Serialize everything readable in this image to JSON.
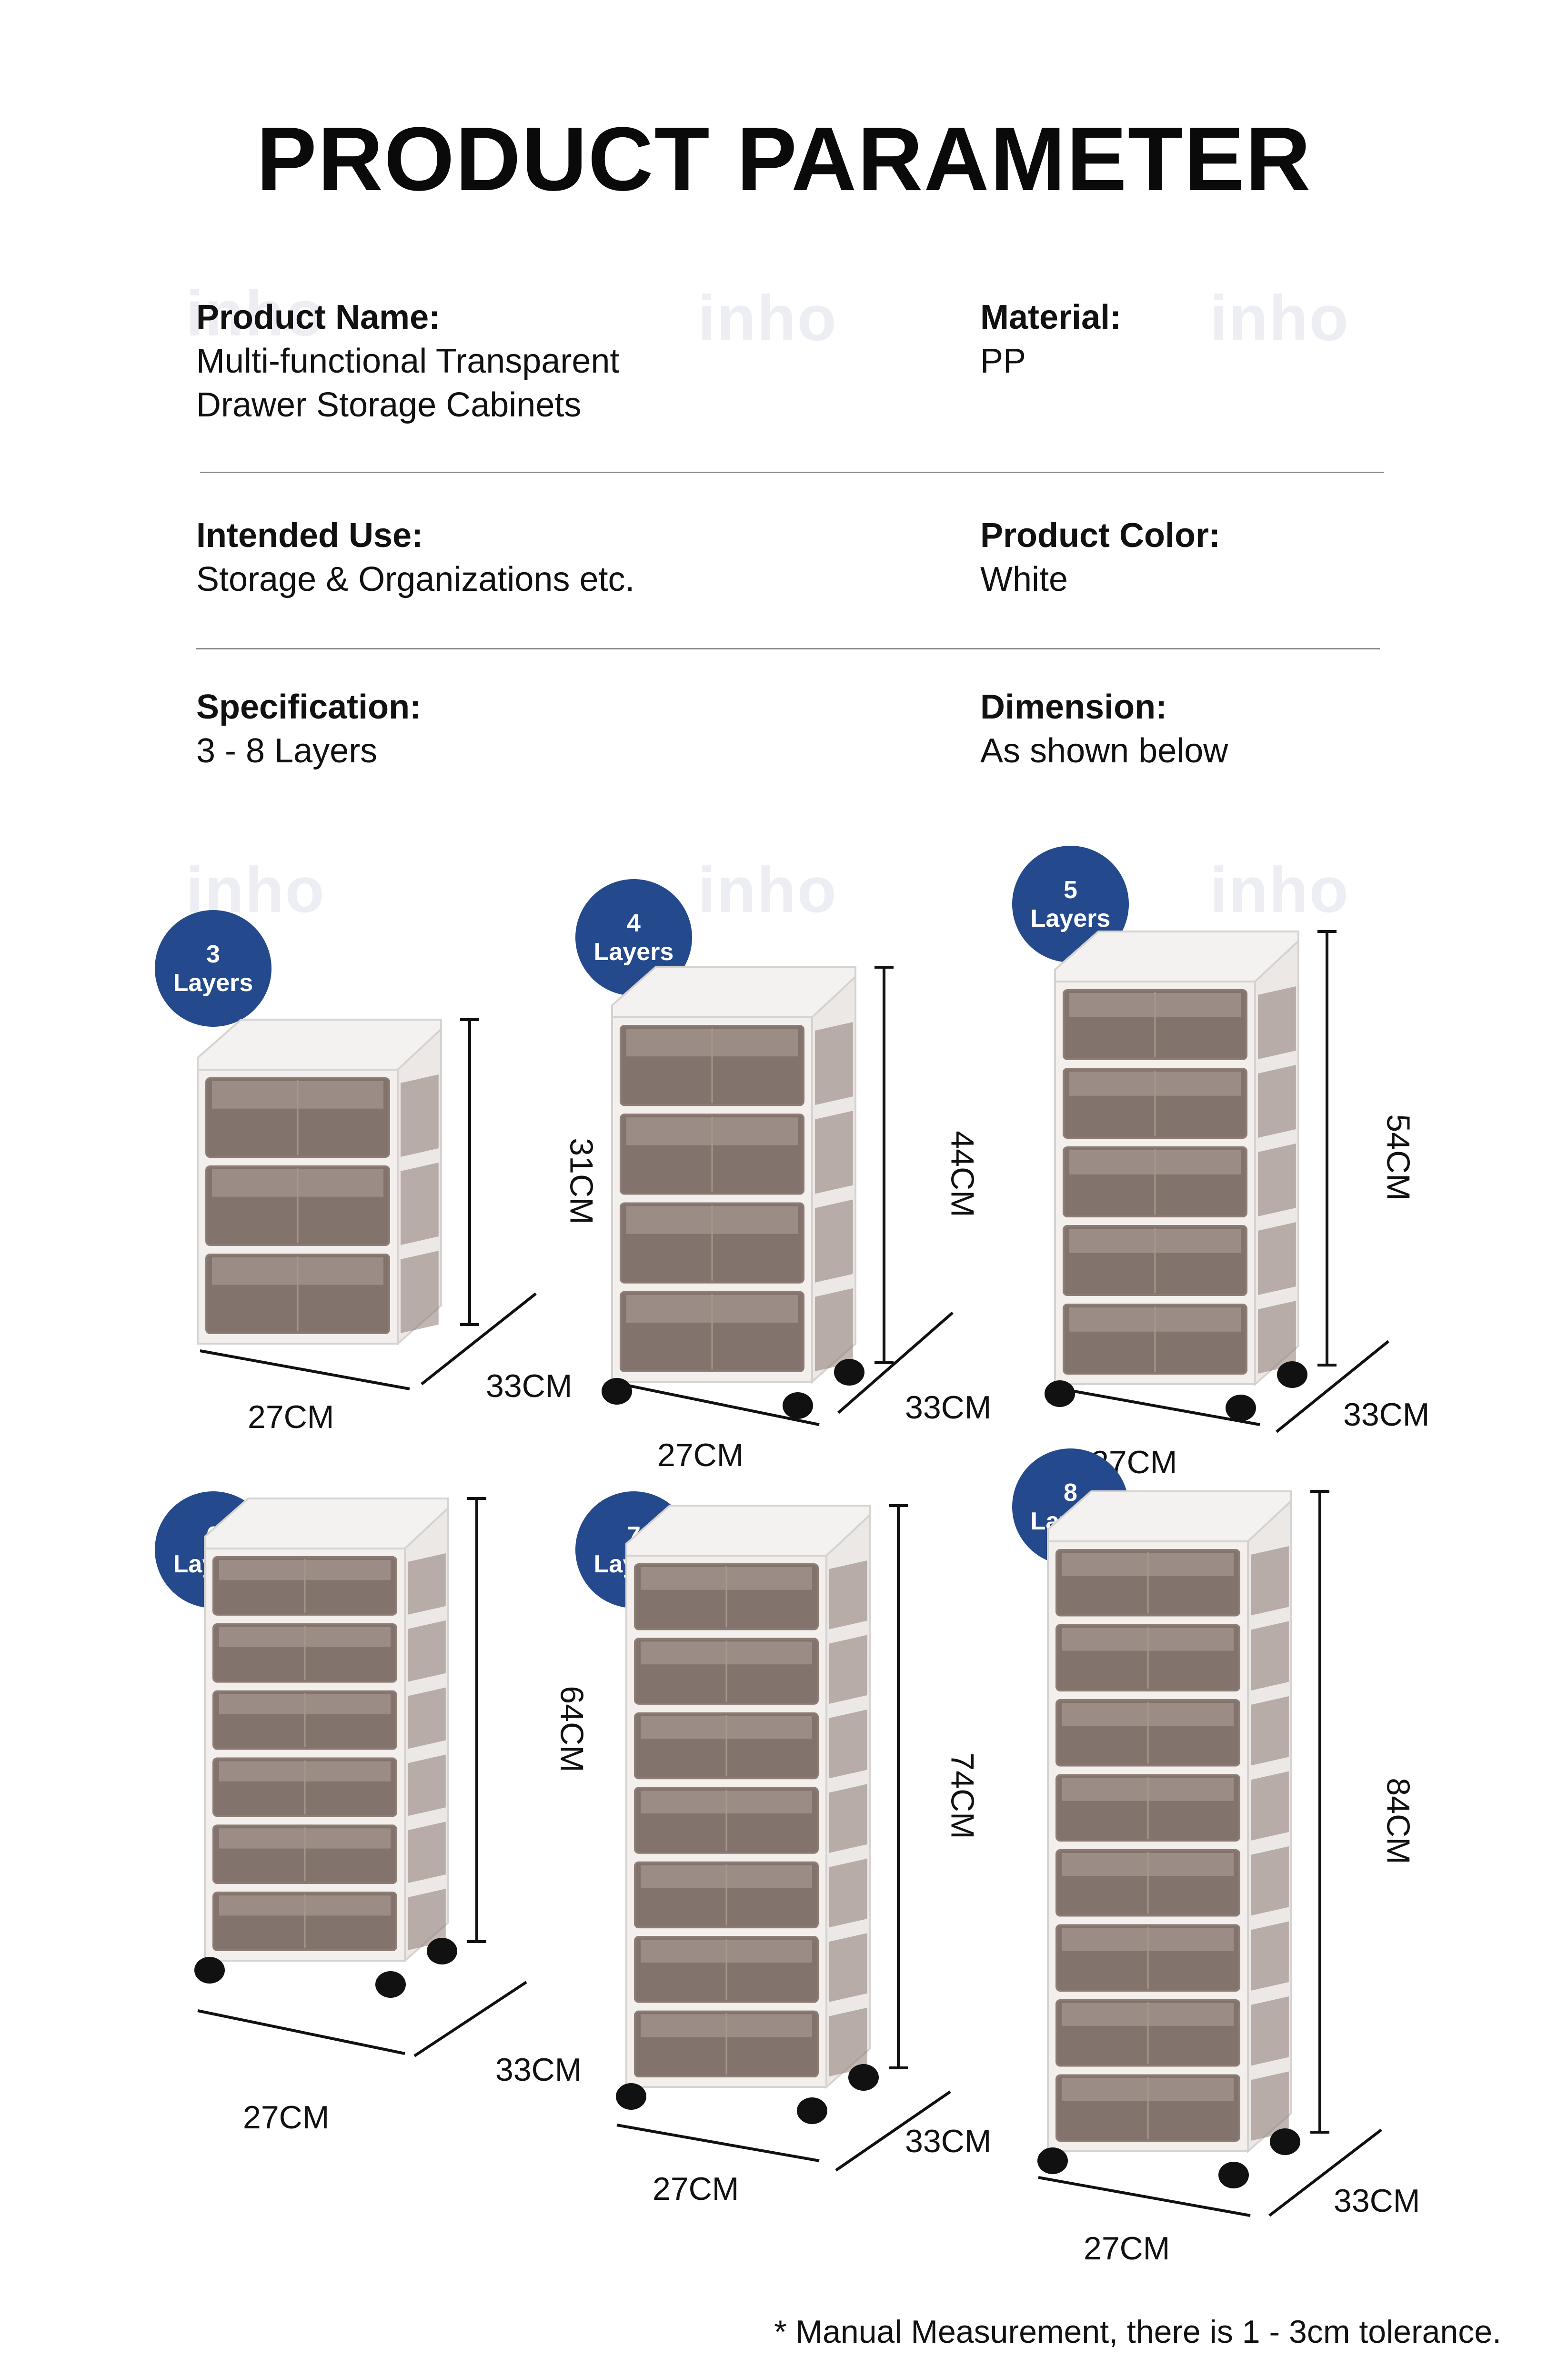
{
  "title": "PRODUCT PARAMETER",
  "watermark": "inho",
  "params": [
    {
      "label": "Product Name:",
      "value_lines": [
        "Multi-functional Transparent",
        "Drawer Storage Cabinets"
      ]
    },
    {
      "label": "Material:",
      "value_lines": [
        "PP"
      ]
    },
    {
      "label": "Intended Use:",
      "value_lines": [
        "Storage & Organizations etc."
      ]
    },
    {
      "label": "Product Color:",
      "value_lines": [
        "White"
      ]
    },
    {
      "label": "Specification:",
      "value_lines": [
        "3 - 8 Layers"
      ]
    },
    {
      "label": "Dimension:",
      "value_lines": [
        "As shown below"
      ]
    }
  ],
  "models": [
    {
      "layers": 3,
      "badge_num": "3",
      "badge_word": "Layers",
      "height": "31CM",
      "width": "27CM",
      "depth": "33CM",
      "wheels": false
    },
    {
      "layers": 4,
      "badge_num": "4",
      "badge_word": "Layers",
      "height": "44CM",
      "width": "27CM",
      "depth": "33CM",
      "wheels": true
    },
    {
      "layers": 5,
      "badge_num": "5",
      "badge_word": "Layers",
      "height": "54CM",
      "width": "27CM",
      "depth": "33CM",
      "wheels": true
    },
    {
      "layers": 6,
      "badge_num": "6",
      "badge_word": "Layers",
      "height": "64CM",
      "width": "27CM",
      "depth": "33CM",
      "wheels": true
    },
    {
      "layers": 7,
      "badge_num": "7",
      "badge_word": "Layers",
      "height": "74CM",
      "width": "27CM",
      "depth": "33CM",
      "wheels": true
    },
    {
      "layers": 8,
      "badge_num": "8",
      "badge_word": "Layers",
      "height": "84CM",
      "width": "27CM",
      "depth": "33CM",
      "wheels": true
    }
  ],
  "footnote": "* Manual Measurement, there is 1 - 3cm tolerance.",
  "colors": {
    "badge": "#24498c",
    "frame": "#f2efed",
    "drawer": "#5e4a42",
    "watermark": "#eceef4"
  }
}
